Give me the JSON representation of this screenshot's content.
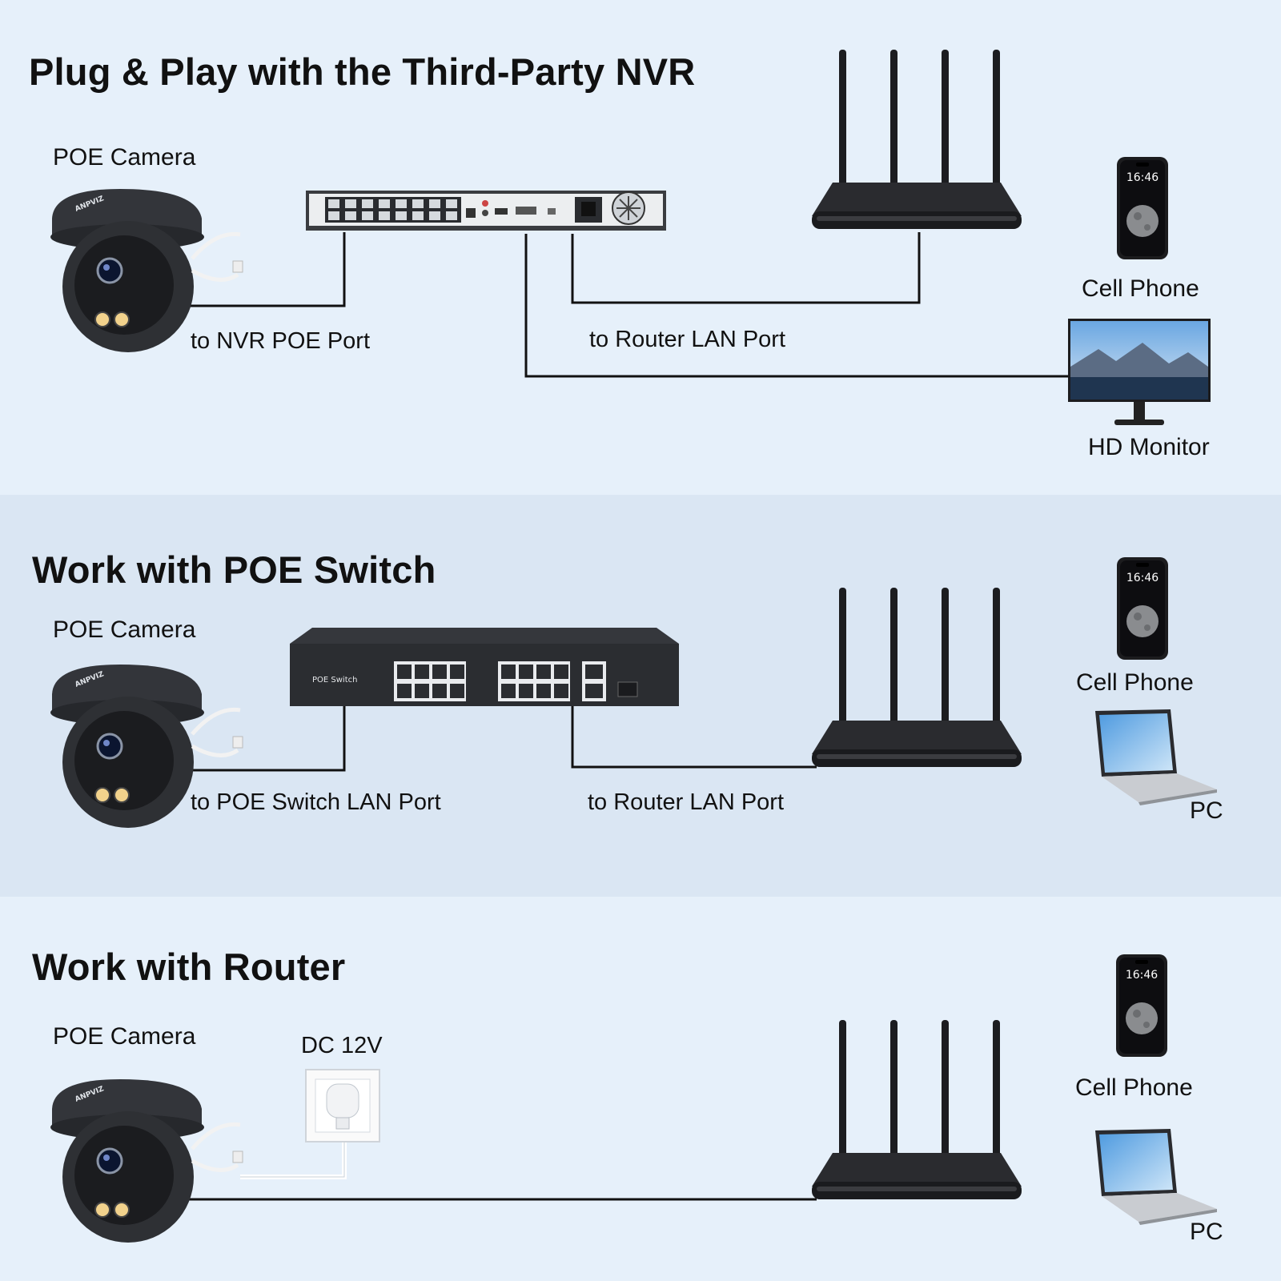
{
  "sections": [
    {
      "title": "Plug & Play with the Third-Party NVR",
      "camera_label": "POE Camera",
      "link1_label": "to NVR POE Port",
      "link2_label": "to Router LAN Port",
      "phone_label": "Cell Phone",
      "monitor_label": "HD Monitor"
    },
    {
      "title": "Work with POE Switch",
      "camera_label": "POE Camera",
      "switch_text": "POE Switch",
      "link1_label": "to POE Switch LAN Port",
      "link2_label": "to Router LAN Port",
      "phone_label": "Cell Phone",
      "pc_label": "PC"
    },
    {
      "title": "Work with Router",
      "camera_label": "POE Camera",
      "power_label": "DC 12V",
      "phone_label": "Cell Phone",
      "pc_label": "PC"
    }
  ],
  "phone_time": "16:46",
  "camera_brand": "ANPVIZ",
  "colors": {
    "background": "#e6f0fa",
    "middle_band": "#dae6f3",
    "device_dark": "#2b2d31",
    "wire": "#111111"
  }
}
